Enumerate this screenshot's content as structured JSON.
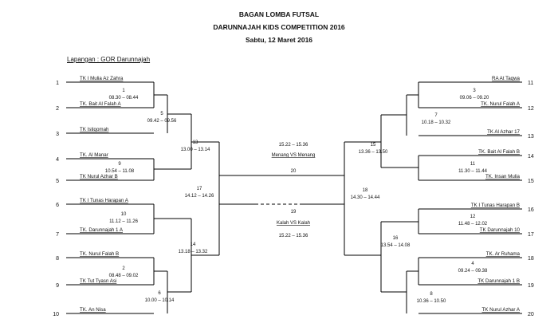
{
  "header": {
    "title": "BAGAN LOMBA FUTSAL",
    "subtitle": "DARUNNAJAH KIDS COMPETITION 2016",
    "date": "Sabtu, 12 Maret 2016"
  },
  "venue": "Lapangan : GOR Darunnajah",
  "teams_left": [
    {
      "num": "1",
      "name": "TK I Mulia Az Zahra"
    },
    {
      "num": "2",
      "name": "TK. Bait Al Falah A"
    },
    {
      "num": "3",
      "name": "TK Istiqomah"
    },
    {
      "num": "4",
      "name": "TK. Al Manar"
    },
    {
      "num": "5",
      "name": "TK Nurul Azhar B"
    },
    {
      "num": "6",
      "name": "TK I Tunas Harapan A"
    },
    {
      "num": "7",
      "name": "TK. Darunnajah 1 A"
    },
    {
      "num": "8",
      "name": "TK. Nurul Falah B"
    },
    {
      "num": "9",
      "name": "TK Tut Tyasn Asi"
    },
    {
      "num": "10",
      "name": "TK. An Nisa"
    }
  ],
  "teams_right": [
    {
      "num": "11",
      "name": "RA At Taqwa"
    },
    {
      "num": "12",
      "name": "TK. Nurul Falah A"
    },
    {
      "num": "13",
      "name": "TK Al Azhar 17"
    },
    {
      "num": "14",
      "name": "TK. Bait Al Falah B"
    },
    {
      "num": "15",
      "name": "TK. Insan Mulia"
    },
    {
      "num": "16",
      "name": "TK I Tunas Harapan B"
    },
    {
      "num": "17",
      "name": "TK Darunnajah 10"
    },
    {
      "num": "18",
      "name": "TK. Ar Ruhama"
    },
    {
      "num": "19",
      "name": "TK Darunnajah 1 B"
    },
    {
      "num": "20",
      "name": "TK Nurul Azhar A"
    }
  ],
  "matches": [
    {
      "id": "1",
      "time": "08.30 – 08.44"
    },
    {
      "id": "2",
      "time": "08.48 – 09.02"
    },
    {
      "id": "3",
      "time": "09.06 – 09.20"
    },
    {
      "id": "4",
      "time": "09.24 – 09.38"
    },
    {
      "id": "5",
      "time": "09.42 – 09.56"
    },
    {
      "id": "6",
      "time": "10.00 – 10.14"
    },
    {
      "id": "7",
      "time": "10.18 – 10.32"
    },
    {
      "id": "8",
      "time": "10.36 – 10.50"
    },
    {
      "id": "9",
      "time": "10.54 – 11.08"
    },
    {
      "id": "10",
      "time": "11.12 – 11.26"
    },
    {
      "id": "11",
      "time": "11.30 – 11.44"
    },
    {
      "id": "12",
      "time": "11.48 – 12.02"
    },
    {
      "id": "13",
      "time": "13.00 – 13.14"
    },
    {
      "id": "14",
      "time": "13.18 – 13.32"
    },
    {
      "id": "15",
      "time": "13.36 – 13.50"
    },
    {
      "id": "16",
      "time": "13.54 – 14.08"
    },
    {
      "id": "17",
      "time": "14.12 – 14.26"
    },
    {
      "id": "18",
      "time": "14.30 – 14.44"
    }
  ],
  "final": {
    "time": "15.22 – 15.36",
    "label": "Menang VS Menang",
    "id": "20"
  },
  "third_place": {
    "id": "19",
    "label": "Kalah VS Kalah",
    "time": "15.22 – 15.36"
  }
}
